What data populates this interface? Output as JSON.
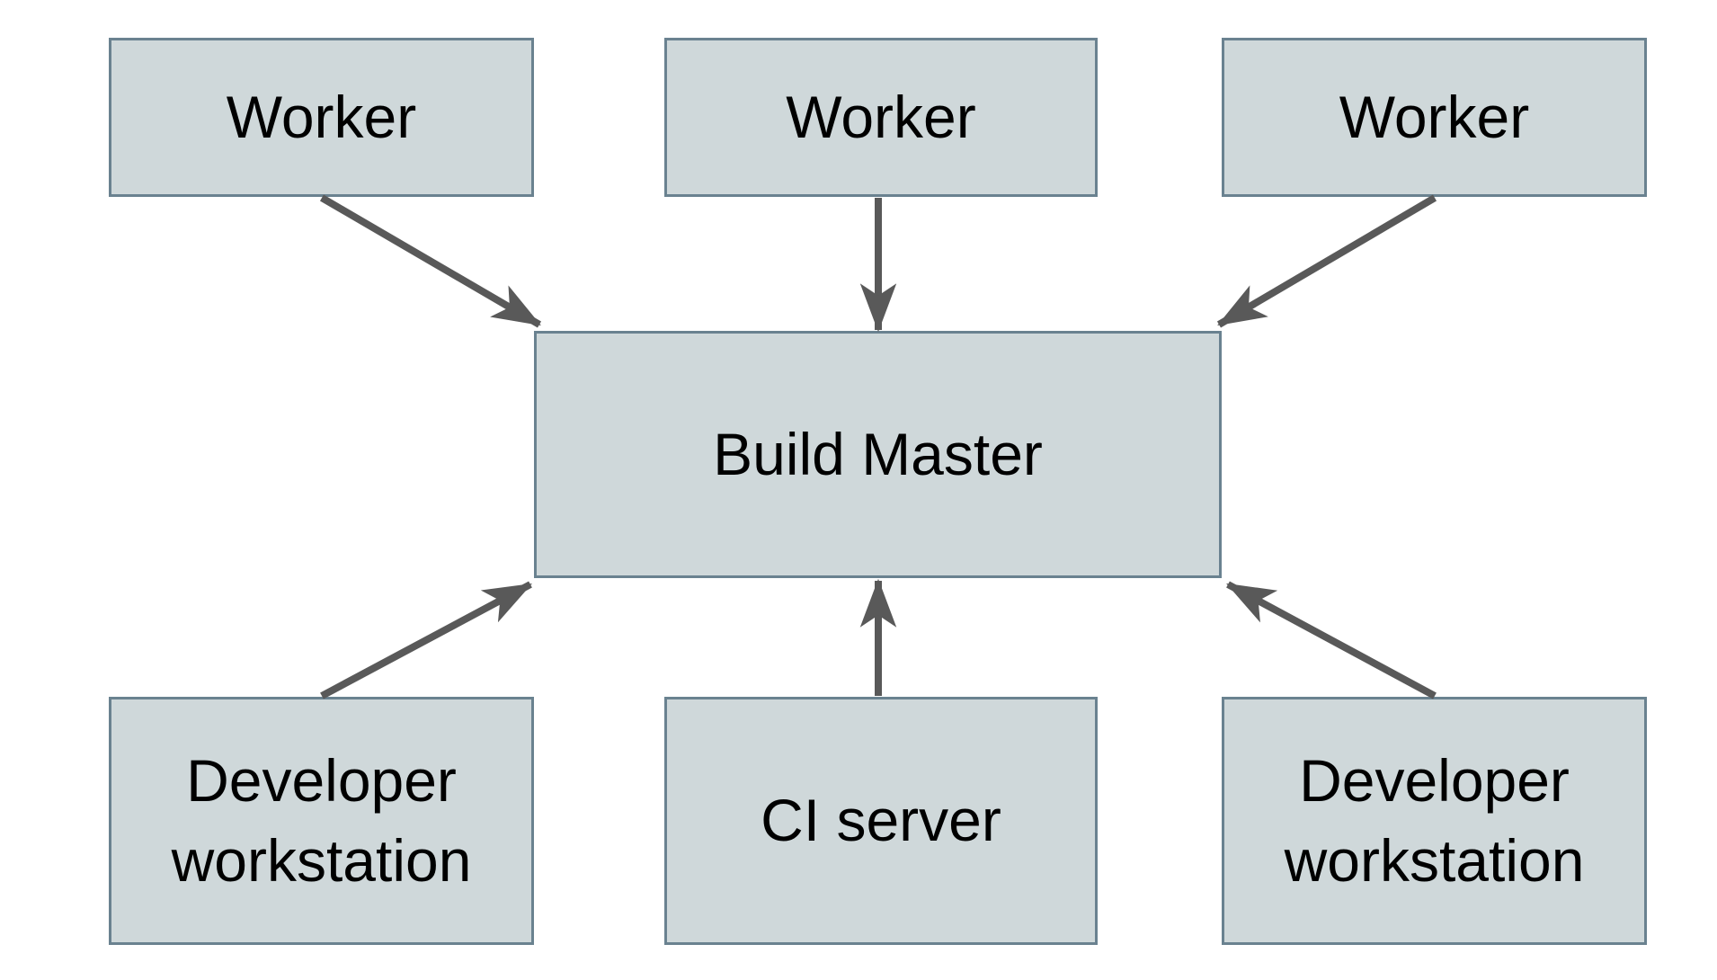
{
  "diagram": {
    "type": "architecture-diagram",
    "colors": {
      "background": "#ffffff",
      "node_fill": "#cfd8da",
      "node_border": "#6a8290",
      "arrow": "#595959",
      "label_text": "#000000"
    },
    "nodes": [
      {
        "id": "worker-1",
        "label": "Worker"
      },
      {
        "id": "worker-2",
        "label": "Worker"
      },
      {
        "id": "worker-3",
        "label": "Worker"
      },
      {
        "id": "build-master",
        "label": "Build Master"
      },
      {
        "id": "developer-workstation-1",
        "label": "Developer workstation"
      },
      {
        "id": "ci-server",
        "label": "CI server"
      },
      {
        "id": "developer-workstation-2",
        "label": "Developer workstation"
      }
    ],
    "edges": [
      {
        "from": "worker-1",
        "to": "build-master"
      },
      {
        "from": "worker-2",
        "to": "build-master"
      },
      {
        "from": "worker-3",
        "to": "build-master"
      },
      {
        "from": "developer-workstation-1",
        "to": "build-master"
      },
      {
        "from": "ci-server",
        "to": "build-master"
      },
      {
        "from": "developer-workstation-2",
        "to": "build-master"
      }
    ]
  }
}
